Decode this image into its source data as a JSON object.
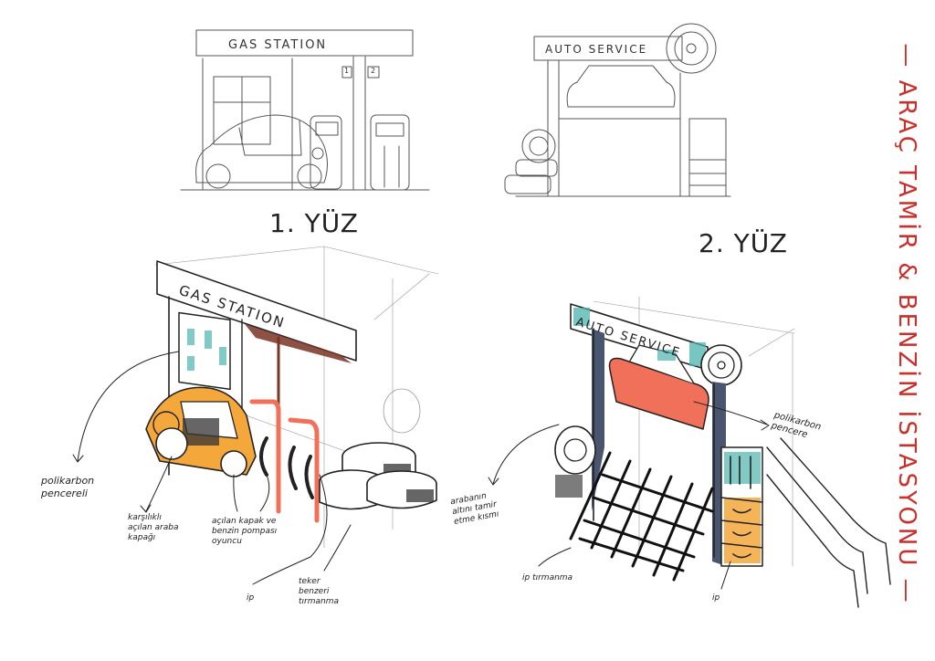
{
  "board": {
    "title": "— ARAÇ TAMİR & BENZİN İSTASYONU —",
    "title_color": "#c9302c"
  },
  "views": [
    {
      "label": "1. YÜZ",
      "sign": "GAS STATION",
      "pump_numbers": [
        "1",
        "2"
      ]
    },
    {
      "label": "2. YÜZ",
      "sign": "AUTO SERVICE"
    }
  ],
  "perspective_gas": {
    "sign": "GAS STATION",
    "annotations": [
      {
        "id": "window",
        "text": "polikarbon pencereli"
      },
      {
        "id": "car",
        "text": "karşılıklı açılan araba kapağı"
      },
      {
        "id": "pump",
        "text": "açılan kapak ve benzin pompası oyuncu"
      },
      {
        "id": "rope",
        "text": "ip"
      },
      {
        "id": "tires",
        "text": "teker benzeri tırmanma"
      }
    ]
  },
  "perspective_service": {
    "sign": "AUTO SERVICE",
    "annotations": [
      {
        "id": "window",
        "text": "polikarbon pencere"
      },
      {
        "id": "underside",
        "text": "arabanın altını tamir etme kısmı"
      },
      {
        "id": "net",
        "text": "ip tırmanma"
      },
      {
        "id": "rope",
        "text": "ip"
      }
    ]
  },
  "colors": {
    "orange": "#f4a73b",
    "coral": "#f0705a",
    "teal": "#4bb3ad",
    "navy": "#4a5670",
    "brown": "#7a3424",
    "ink": "#222222",
    "pencil": "#888888"
  }
}
